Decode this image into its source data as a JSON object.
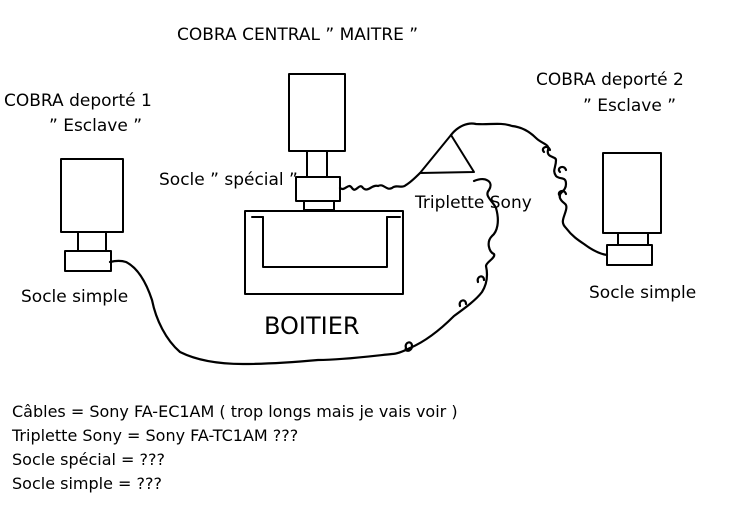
{
  "labels": {
    "central_title": "COBRA CENTRAL ” MAITRE ”",
    "remote1_title": "COBRA deporté 1",
    "remote1_sub": "” Esclave ”",
    "remote2_title": "COBRA deporté  2",
    "remote2_sub": "” Esclave ”",
    "socle_special": "Socle ” spécial ”",
    "triplette": "Triplette Sony",
    "socle_simple_left": "Socle simple",
    "socle_simple_right": "Socle simple",
    "boitier": "BOITIER"
  },
  "notes": [
    "Câbles = Sony FA-EC1AM ( trop longs mais je vais voir )",
    "Triplette Sony = Sony FA-TC1AM  ???",
    "Socle spécial = ???",
    "Socle simple = ???"
  ]
}
